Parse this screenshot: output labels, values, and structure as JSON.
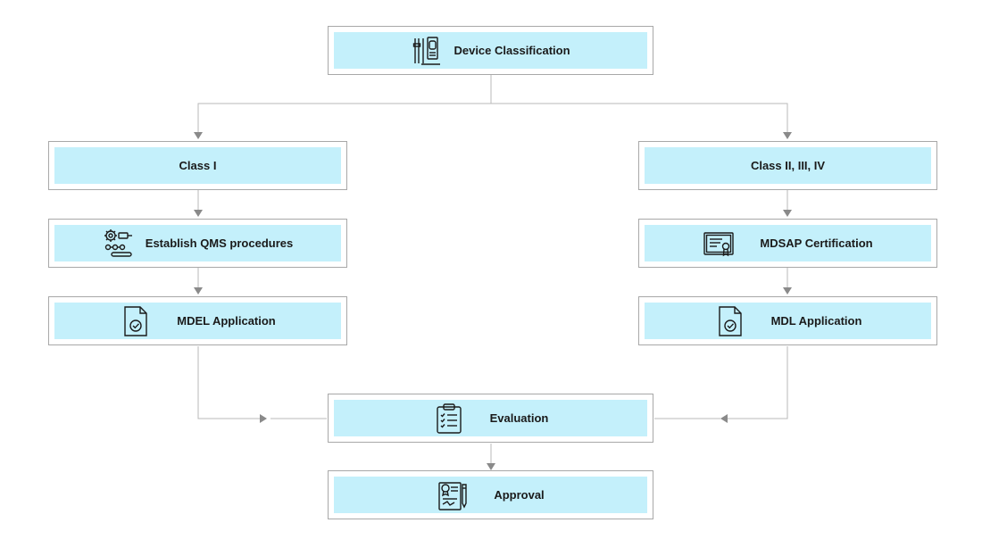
{
  "diagram": {
    "nodes": {
      "device_classification": {
        "label": "Device Classification",
        "icon": "device-tools-icon"
      },
      "class_1": {
        "label": "Class I"
      },
      "class_2_3_4": {
        "label": "Class II, III, IV"
      },
      "establish_qms": {
        "label": "Establish QMS procedures",
        "icon": "gears-process-icon"
      },
      "mdsap_certification": {
        "label": "MDSAP Certification",
        "icon": "certificate-icon"
      },
      "mdel_application": {
        "label": "MDEL Application",
        "icon": "document-check-icon"
      },
      "mdl_application": {
        "label": "MDL Application",
        "icon": "document-check-icon"
      },
      "evaluation": {
        "label": "Evaluation",
        "icon": "clipboard-checklist-icon"
      },
      "approval": {
        "label": "Approval",
        "icon": "approved-document-icon"
      }
    },
    "edges": [
      {
        "from": "device_classification",
        "to": "class_1"
      },
      {
        "from": "device_classification",
        "to": "class_2_3_4"
      },
      {
        "from": "class_1",
        "to": "establish_qms"
      },
      {
        "from": "establish_qms",
        "to": "mdel_application"
      },
      {
        "from": "class_2_3_4",
        "to": "mdsap_certification"
      },
      {
        "from": "mdsap_certification",
        "to": "mdl_application"
      },
      {
        "from": "mdel_application",
        "to": "evaluation"
      },
      {
        "from": "mdl_application",
        "to": "evaluation"
      },
      {
        "from": "evaluation",
        "to": "approval"
      }
    ],
    "colors": {
      "box_fill": "#c4f0fb",
      "border": "#a8a8a8",
      "connector": "#b8b8b8",
      "arrow": "#8a8a8a"
    }
  }
}
